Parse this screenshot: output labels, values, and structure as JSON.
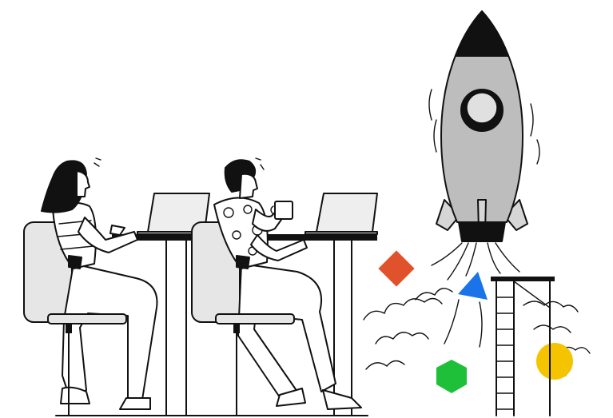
{
  "illustration": {
    "subject": "startup-launch",
    "figures": [
      "person-typing-laptop",
      "person-holding-mug-laptop"
    ],
    "icons": [
      "rocket-icon",
      "diamond-icon",
      "triangle-icon",
      "hexagon-icon",
      "circle-icon",
      "ladder-icon"
    ]
  },
  "colors": {
    "ink": "#111111",
    "rocket_body": "#bdbdbd",
    "chair": "#e6e6e6",
    "laptop": "#eeeeee",
    "diamond": "#e0522b",
    "triangle": "#1a73e8",
    "hexagon": "#1ec03a",
    "circle": "#f5c400"
  }
}
